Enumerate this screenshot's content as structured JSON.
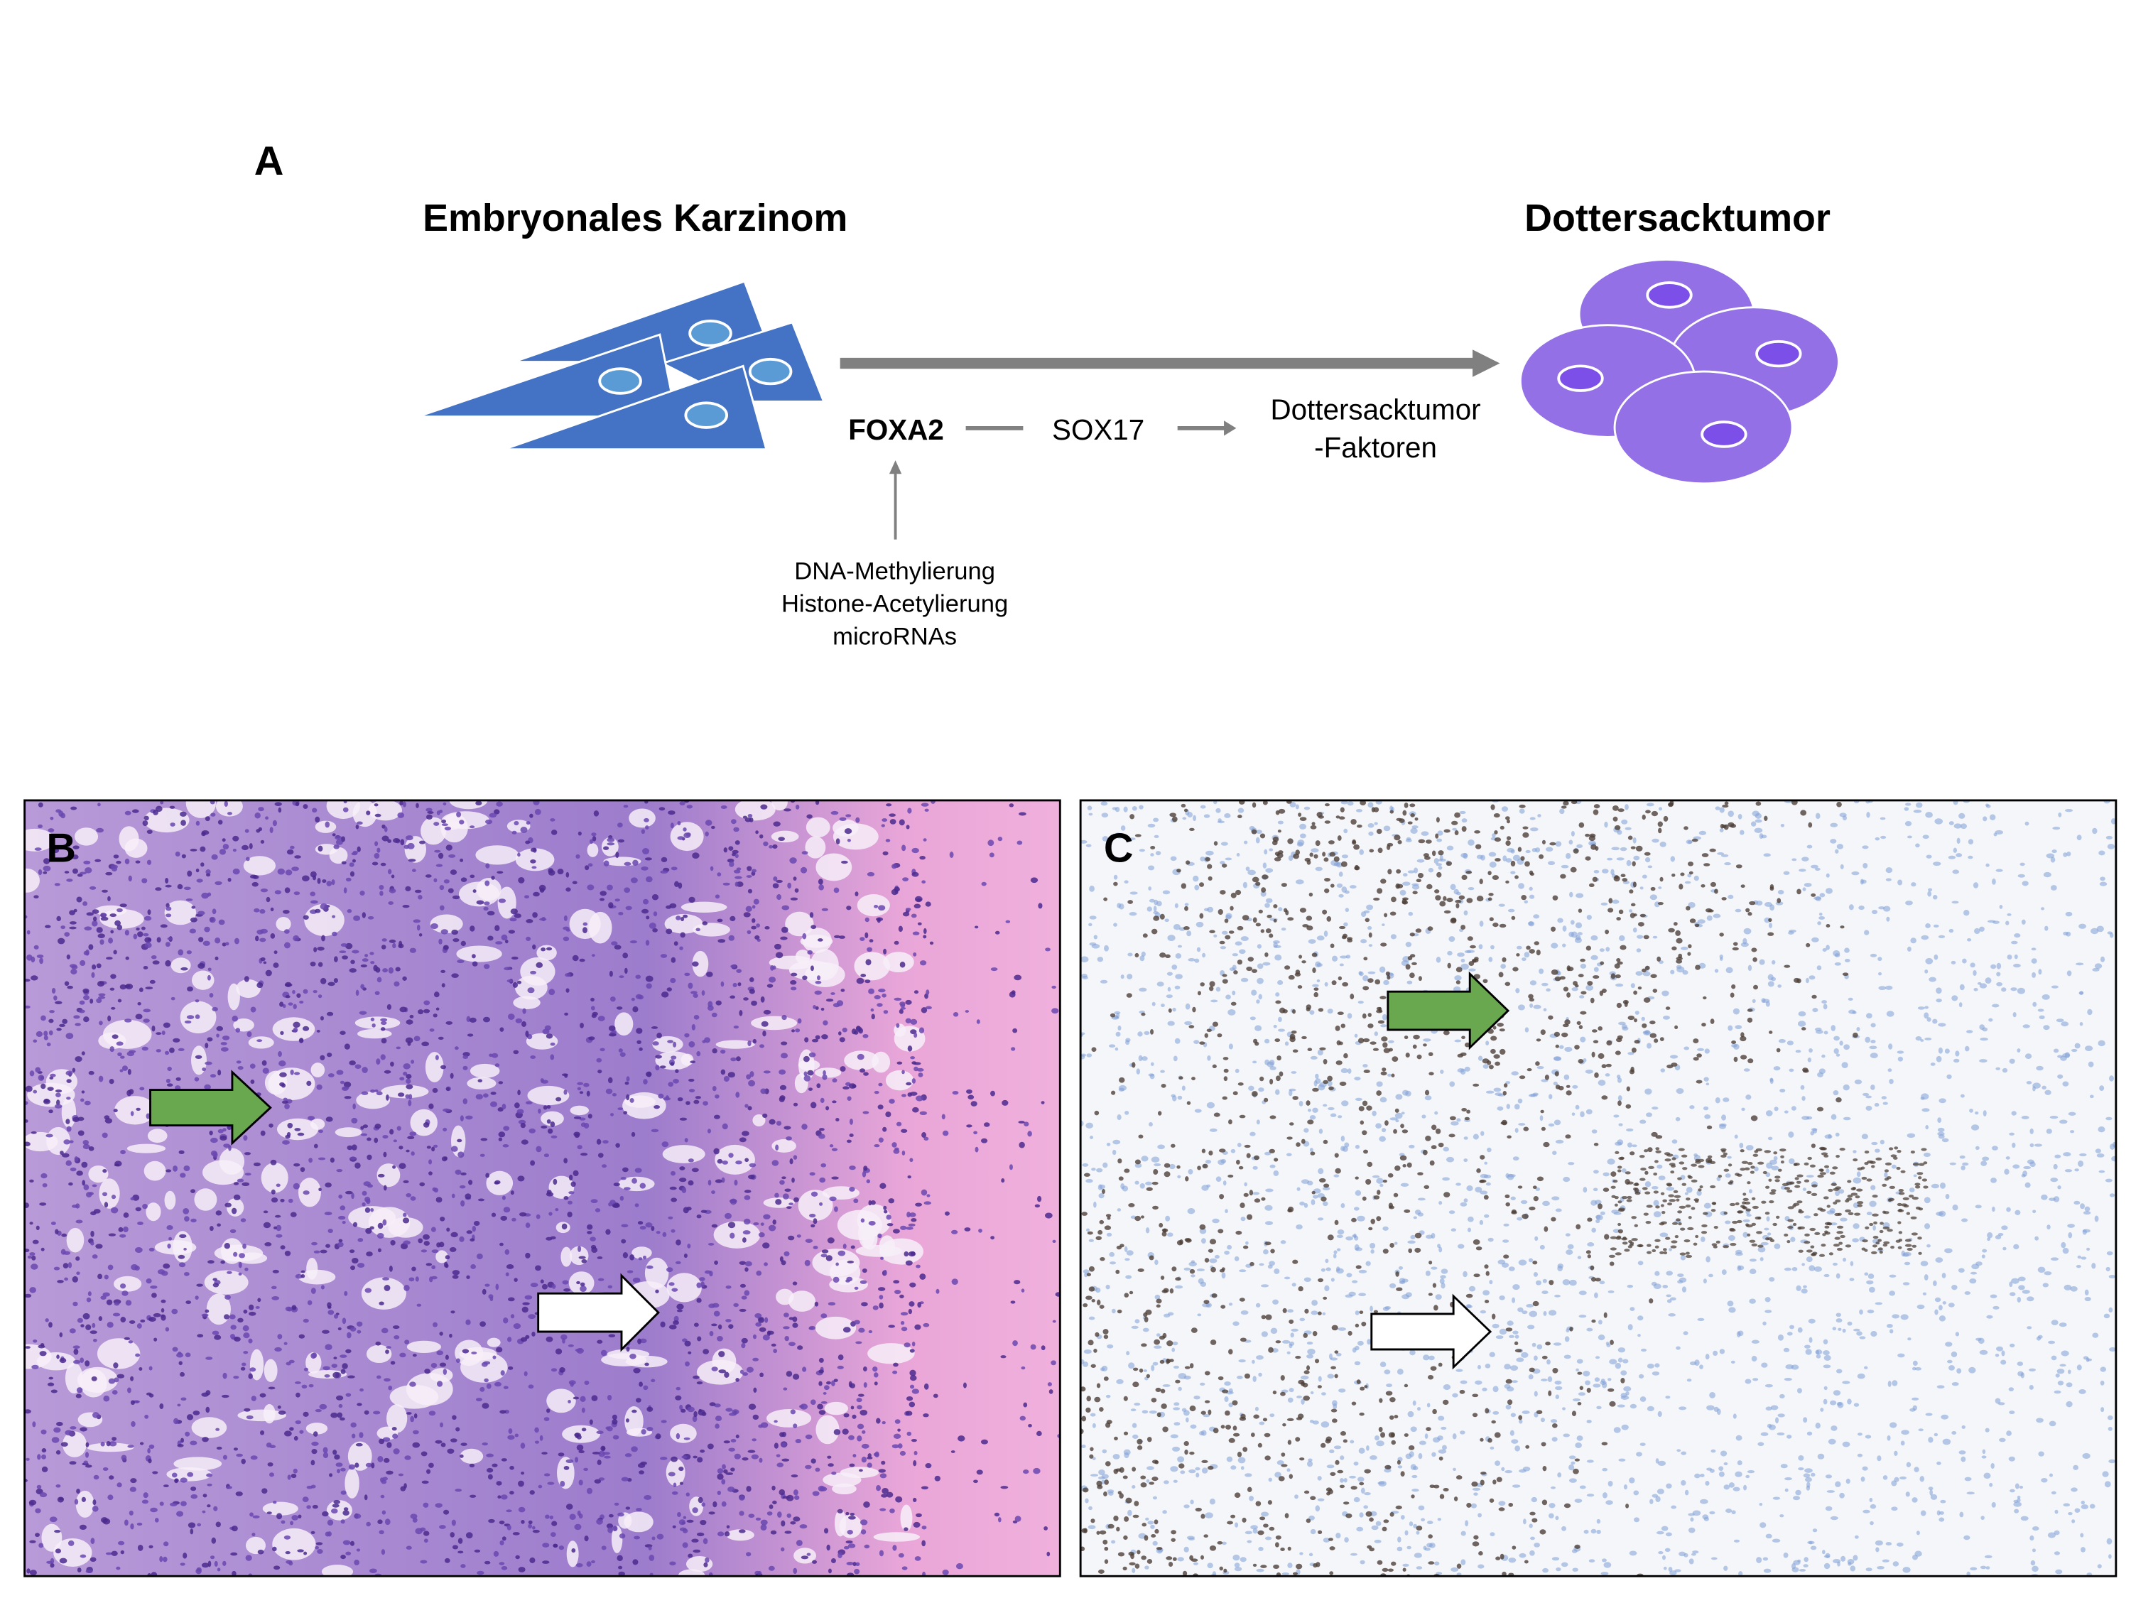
{
  "panel_a": {
    "label": "A",
    "left_title": "Embryonales Karzinom",
    "right_title": "Dottersacktumor",
    "pathway": {
      "foxa2": "FOXA2",
      "sox17": "SOX17",
      "target_line1": "Dottersacktumor",
      "target_line2": "-Faktoren"
    },
    "regulators": [
      "DNA-Methylierung",
      "Histone-Acetylierung",
      "microRNAs"
    ]
  },
  "panel_b": {
    "label": "B"
  },
  "panel_c": {
    "label": "C"
  },
  "colors": {
    "ec_cell": "#4472c4",
    "ec_nucleus": "#5b9bd5",
    "yst_cell": "#9370e6",
    "yst_nucleus": "#7b4fe8",
    "arrow_gray": "#808080",
    "green_arrow": "#6aa84f"
  }
}
